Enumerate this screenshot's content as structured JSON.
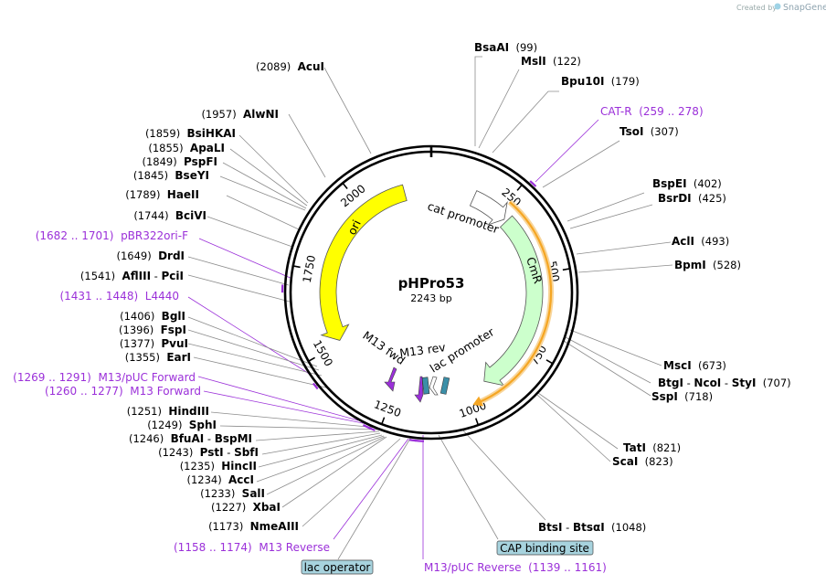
{
  "credit": {
    "prefix": "Created by",
    "brand": "SnapGene"
  },
  "plasmid": {
    "name": "pHPro53",
    "size_label": "2243 bp",
    "length": 2243
  },
  "ticks": [
    {
      "pos": 250,
      "label": "250"
    },
    {
      "pos": 500,
      "label": "500"
    },
    {
      "pos": 750,
      "label": "750"
    },
    {
      "pos": 1000,
      "label": "1000"
    },
    {
      "pos": 1250,
      "label": "1250"
    },
    {
      "pos": 1500,
      "label": "1500"
    },
    {
      "pos": 1750,
      "label": "1750"
    },
    {
      "pos": 2000,
      "label": "2000"
    }
  ],
  "features": {
    "ori": "ori",
    "cmr": "CmR",
    "cat_promoter": "cat promoter",
    "m13_fwd": "M13 fwd",
    "m13_rev": "M13 rev",
    "lac_promoter": "lac promoter"
  },
  "right_labels": [
    {
      "id": "bsaai",
      "parts": [
        {
          "t": "BsaAI",
          "k": "enz"
        },
        {
          "t": "  (99)",
          "k": "num"
        }
      ]
    },
    {
      "id": "msli",
      "parts": [
        {
          "t": "MslI",
          "k": "enz"
        },
        {
          "t": "  (122)",
          "k": "num"
        }
      ]
    },
    {
      "id": "bpu10i",
      "parts": [
        {
          "t": "Bpu10I",
          "k": "enz"
        },
        {
          "t": "  (179)",
          "k": "num"
        }
      ]
    },
    {
      "id": "cat-r",
      "parts": [
        {
          "t": "CAT-R",
          "k": "purple"
        },
        {
          "t": "  (259 .. 278)",
          "k": "purple"
        }
      ]
    },
    {
      "id": "tsoi",
      "parts": [
        {
          "t": "TsoI",
          "k": "enz"
        },
        {
          "t": "  (307)",
          "k": "num"
        }
      ]
    },
    {
      "id": "bspei",
      "parts": [
        {
          "t": "BspEI",
          "k": "enz"
        },
        {
          "t": "  (402)",
          "k": "num"
        }
      ]
    },
    {
      "id": "bsrdi",
      "parts": [
        {
          "t": "BsrDI",
          "k": "enz"
        },
        {
          "t": "  (425)",
          "k": "num"
        }
      ]
    },
    {
      "id": "acli",
      "parts": [
        {
          "t": "AclI",
          "k": "enz"
        },
        {
          "t": "  (493)",
          "k": "num"
        }
      ]
    },
    {
      "id": "bpmi",
      "parts": [
        {
          "t": "BpmI",
          "k": "enz"
        },
        {
          "t": "  (528)",
          "k": "num"
        }
      ]
    },
    {
      "id": "msci",
      "parts": [
        {
          "t": "MscI",
          "k": "enz"
        },
        {
          "t": "  (673)",
          "k": "num"
        }
      ]
    },
    {
      "id": "btgi",
      "parts": [
        {
          "t": "BtgI",
          "k": "enz"
        },
        {
          "t": " - ",
          "k": "num"
        },
        {
          "t": "NcoI",
          "k": "enz"
        },
        {
          "t": " - ",
          "k": "num"
        },
        {
          "t": "StyI",
          "k": "enz"
        },
        {
          "t": "  (707)",
          "k": "num"
        }
      ]
    },
    {
      "id": "sspi",
      "parts": [
        {
          "t": "SspI",
          "k": "enz"
        },
        {
          "t": "  (718)",
          "k": "num"
        }
      ]
    },
    {
      "id": "tati",
      "parts": [
        {
          "t": "TatI",
          "k": "enz"
        },
        {
          "t": "  (821)",
          "k": "num"
        }
      ]
    },
    {
      "id": "scai",
      "parts": [
        {
          "t": "ScaI",
          "k": "enz"
        },
        {
          "t": "  (823)",
          "k": "num"
        }
      ]
    },
    {
      "id": "btsi",
      "parts": [
        {
          "t": "BtsI",
          "k": "enz"
        },
        {
          "t": " - ",
          "k": "num"
        },
        {
          "t": "BtsαI",
          "k": "enz"
        },
        {
          "t": "  (1048)",
          "k": "num"
        }
      ]
    },
    {
      "id": "m13puc-rev",
      "parts": [
        {
          "t": "M13/pUC Reverse",
          "k": "purple"
        },
        {
          "t": "  (1139 .. 1161)",
          "k": "purple"
        }
      ]
    }
  ],
  "left_labels": [
    {
      "id": "acui",
      "parts": [
        {
          "t": "(2089)  ",
          "k": "num"
        },
        {
          "t": "AcuI",
          "k": "enz"
        }
      ]
    },
    {
      "id": "alwni",
      "parts": [
        {
          "t": "(1957)  ",
          "k": "num"
        },
        {
          "t": "AlwNI",
          "k": "enz"
        }
      ]
    },
    {
      "id": "bsihkai",
      "parts": [
        {
          "t": "(1859)  ",
          "k": "num"
        },
        {
          "t": "BsiHKAI",
          "k": "enz"
        }
      ]
    },
    {
      "id": "apali",
      "parts": [
        {
          "t": "(1855)  ",
          "k": "num"
        },
        {
          "t": "ApaLI",
          "k": "enz"
        }
      ]
    },
    {
      "id": "pspfi",
      "parts": [
        {
          "t": "(1849)  ",
          "k": "num"
        },
        {
          "t": "PspFI",
          "k": "enz"
        }
      ]
    },
    {
      "id": "bseyi",
      "parts": [
        {
          "t": "(1845)  ",
          "k": "num"
        },
        {
          "t": "BseYI",
          "k": "enz"
        }
      ]
    },
    {
      "id": "haeii",
      "parts": [
        {
          "t": "(1789)  ",
          "k": "num"
        },
        {
          "t": "HaeII",
          "k": "enz"
        }
      ]
    },
    {
      "id": "bcivi",
      "parts": [
        {
          "t": "(1744)  ",
          "k": "num"
        },
        {
          "t": "BciVI",
          "k": "enz"
        }
      ]
    },
    {
      "id": "pbr322ori-f",
      "parts": [
        {
          "t": "(1682 .. 1701)  ",
          "k": "purple"
        },
        {
          "t": "pBR322ori-F",
          "k": "purple"
        }
      ]
    },
    {
      "id": "drdi",
      "parts": [
        {
          "t": "(1649)  ",
          "k": "num"
        },
        {
          "t": "DrdI",
          "k": "enz"
        }
      ]
    },
    {
      "id": "aflIII",
      "parts": [
        {
          "t": "(1541)  ",
          "k": "num"
        },
        {
          "t": "AflIII",
          "k": "enz"
        },
        {
          "t": " - ",
          "k": "num"
        },
        {
          "t": "PciI",
          "k": "enz"
        }
      ]
    },
    {
      "id": "l4440",
      "parts": [
        {
          "t": "(1431 .. 1448)  ",
          "k": "purple"
        },
        {
          "t": "L4440",
          "k": "purple"
        }
      ]
    },
    {
      "id": "bgli",
      "parts": [
        {
          "t": "(1406)  ",
          "k": "num"
        },
        {
          "t": "BglI",
          "k": "enz"
        }
      ]
    },
    {
      "id": "fspi",
      "parts": [
        {
          "t": "(1396)  ",
          "k": "num"
        },
        {
          "t": "FspI",
          "k": "enz"
        }
      ]
    },
    {
      "id": "pvui",
      "parts": [
        {
          "t": "(1377)  ",
          "k": "num"
        },
        {
          "t": "PvuI",
          "k": "enz"
        }
      ]
    },
    {
      "id": "eari",
      "parts": [
        {
          "t": "(1355)  ",
          "k": "num"
        },
        {
          "t": "EarI",
          "k": "enz"
        }
      ]
    },
    {
      "id": "m13puc-fwd",
      "parts": [
        {
          "t": "(1269 .. 1291)  ",
          "k": "purple"
        },
        {
          "t": "M13/pUC Forward",
          "k": "purple"
        }
      ]
    },
    {
      "id": "m13-fwd",
      "parts": [
        {
          "t": "(1260 .. 1277)  ",
          "k": "purple"
        },
        {
          "t": "M13 Forward",
          "k": "purple"
        }
      ]
    },
    {
      "id": "hindiii",
      "parts": [
        {
          "t": "(1251)  ",
          "k": "num"
        },
        {
          "t": "HindIII",
          "k": "enz"
        }
      ]
    },
    {
      "id": "sphi",
      "parts": [
        {
          "t": "(1249)  ",
          "k": "num"
        },
        {
          "t": "SphI",
          "k": "enz"
        }
      ]
    },
    {
      "id": "bfuai",
      "parts": [
        {
          "t": "(1246)  ",
          "k": "num"
        },
        {
          "t": "BfuAI",
          "k": "enz"
        },
        {
          "t": " - ",
          "k": "num"
        },
        {
          "t": "BspMI",
          "k": "enz"
        }
      ]
    },
    {
      "id": "psti",
      "parts": [
        {
          "t": "(1243)  ",
          "k": "num"
        },
        {
          "t": "PstI",
          "k": "enz"
        },
        {
          "t": " - ",
          "k": "num"
        },
        {
          "t": "SbfI",
          "k": "enz"
        }
      ]
    },
    {
      "id": "hincii",
      "parts": [
        {
          "t": "(1235)  ",
          "k": "num"
        },
        {
          "t": "HincII",
          "k": "enz"
        }
      ]
    },
    {
      "id": "acci",
      "parts": [
        {
          "t": "(1234)  ",
          "k": "num"
        },
        {
          "t": "AccI",
          "k": "enz"
        }
      ]
    },
    {
      "id": "sali",
      "parts": [
        {
          "t": "(1233)  ",
          "k": "num"
        },
        {
          "t": "SalI",
          "k": "enz"
        }
      ]
    },
    {
      "id": "xbai",
      "parts": [
        {
          "t": "(1227)  ",
          "k": "num"
        },
        {
          "t": "XbaI",
          "k": "enz"
        }
      ]
    },
    {
      "id": "nmeaiii",
      "parts": [
        {
          "t": "(1173)  ",
          "k": "num"
        },
        {
          "t": "NmeAIII",
          "k": "enz"
        }
      ]
    },
    {
      "id": "m13-reverse",
      "parts": [
        {
          "t": "(1158 .. 1174)  ",
          "k": "purple"
        },
        {
          "t": "M13 Reverse",
          "k": "purple"
        }
      ]
    }
  ],
  "boxed_labels": {
    "cap": "CAP binding site",
    "lac_operator": "lac operator"
  },
  "colors": {
    "ori": "#ffff00",
    "cmr": "#ccffcc",
    "orange": "#f5a623",
    "primer": "#9b30d9",
    "teal": "#3b8fa8"
  }
}
